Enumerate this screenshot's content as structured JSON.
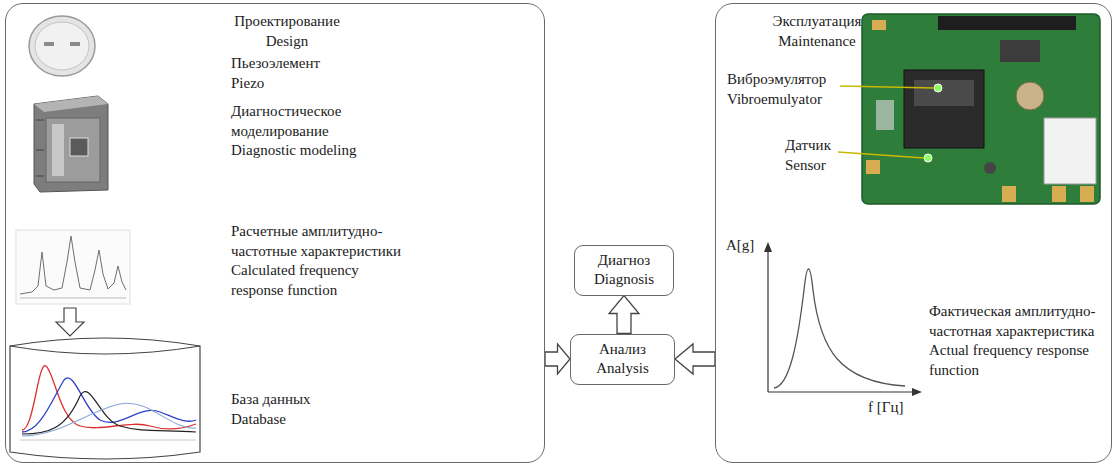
{
  "diagram": {
    "nodes": [
      {
        "text": [
          "Проектирование Design",
          "Пьезоэлемент Piezo",
          "Диагностическое моделирование Diagnostic modeling",
          "Расчетные амплитудно-частотные характеристики Calculated frequency response function",
          "База данных Database"
        ]
      },
      {
        "text": [
          "Диагноз Diagnosis"
        ]
      },
      {
        "text": [
          "Анализ Analysis"
        ]
      },
      {
        "text": [
          "Эксплуатация Maintenance",
          "Фактическая амплитудно-частотная характеристика Actual frequency response function"
        ]
      }
    ],
    "edges": [
      {
        "from": 2,
        "to": 1,
        "arrow": "to"
      },
      {
        "from": 0,
        "to": 2,
        "arrow": "to"
      },
      {
        "from": 3,
        "to": 2,
        "arrow": "to"
      }
    ],
    "labels": [
      "Виброэмулятор Vibroemulyator",
      "Датчик Sensor",
      "A[g]",
      "f [Гц]"
    ]
  }
}
